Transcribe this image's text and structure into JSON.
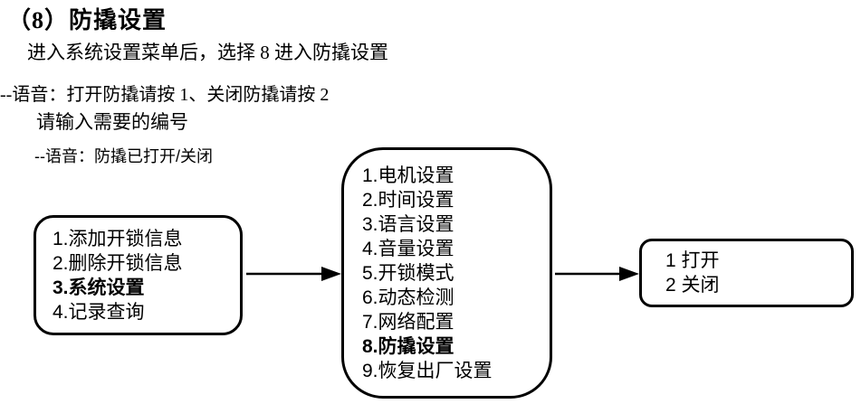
{
  "header": {
    "title": "（8）防撬设置"
  },
  "instructions": [
    "进入系统设置菜单后，选择 8 进入防撬设置",
    "--语音：打开防撬请按 1、关闭防撬请按 2",
    "请输入需要的编号",
    "--语音：防撬已打开/关闭"
  ],
  "flowchart": {
    "main_menu": {
      "items": [
        "1.添加开锁信息",
        "2.删除开锁信息",
        "3.系统设置",
        "4.记录查询"
      ],
      "highlighted_item": "3.系统设置"
    },
    "system_menu": {
      "items": [
        "1.电机设置",
        "2.时间设置",
        "3.语言设置",
        "4.音量设置",
        "5.开锁模式",
        "6.动态检测",
        "7.网络配置",
        "8.防撬设置",
        "9.恢复出厂设置"
      ],
      "highlighted_item": "8.防撬设置"
    },
    "tamper_menu": {
      "items": [
        "1 打开",
        "2 关闭"
      ]
    }
  },
  "colors": {
    "text": "#000000",
    "background": "#ffffff",
    "border": "#000000"
  }
}
